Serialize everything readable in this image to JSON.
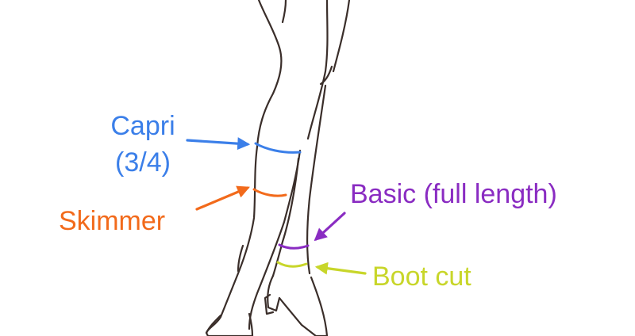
{
  "labels": {
    "capri_line1": "Capri",
    "capri_line2": "(3/4)",
    "skimmer": "Skimmer",
    "basic": "Basic (full length)",
    "boot_cut": "Boot cut"
  },
  "colors": {
    "capri": "#3b7fe9",
    "skimmer": "#f26a1b",
    "basic": "#8a2cc2",
    "boot_cut": "#c8d62a",
    "outline": "#3a2e2a",
    "background": "#ffffff"
  }
}
